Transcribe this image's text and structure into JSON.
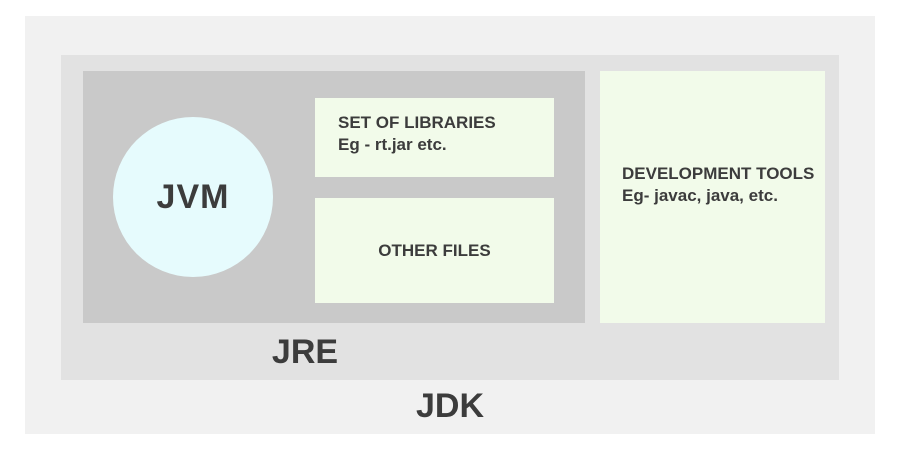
{
  "diagram": {
    "jdk_label": "JDK",
    "jre_label": "JRE",
    "jvm_label": "JVM",
    "libraries": {
      "line1": "SET OF LIBRARIES",
      "line2": "Eg - rt.jar etc."
    },
    "other_files": "OTHER FILES",
    "dev_tools": "DEVELOPMENT TOOLS Eg- javac, java, etc."
  },
  "colors": {
    "jdk_outer": "#f1f1f1",
    "jdk_inner": "#e2e2e2",
    "jre": "#c9c9c9",
    "jvm": "#e6fbfd",
    "component": "#f2fbea",
    "text": "#3c3c3c"
  }
}
